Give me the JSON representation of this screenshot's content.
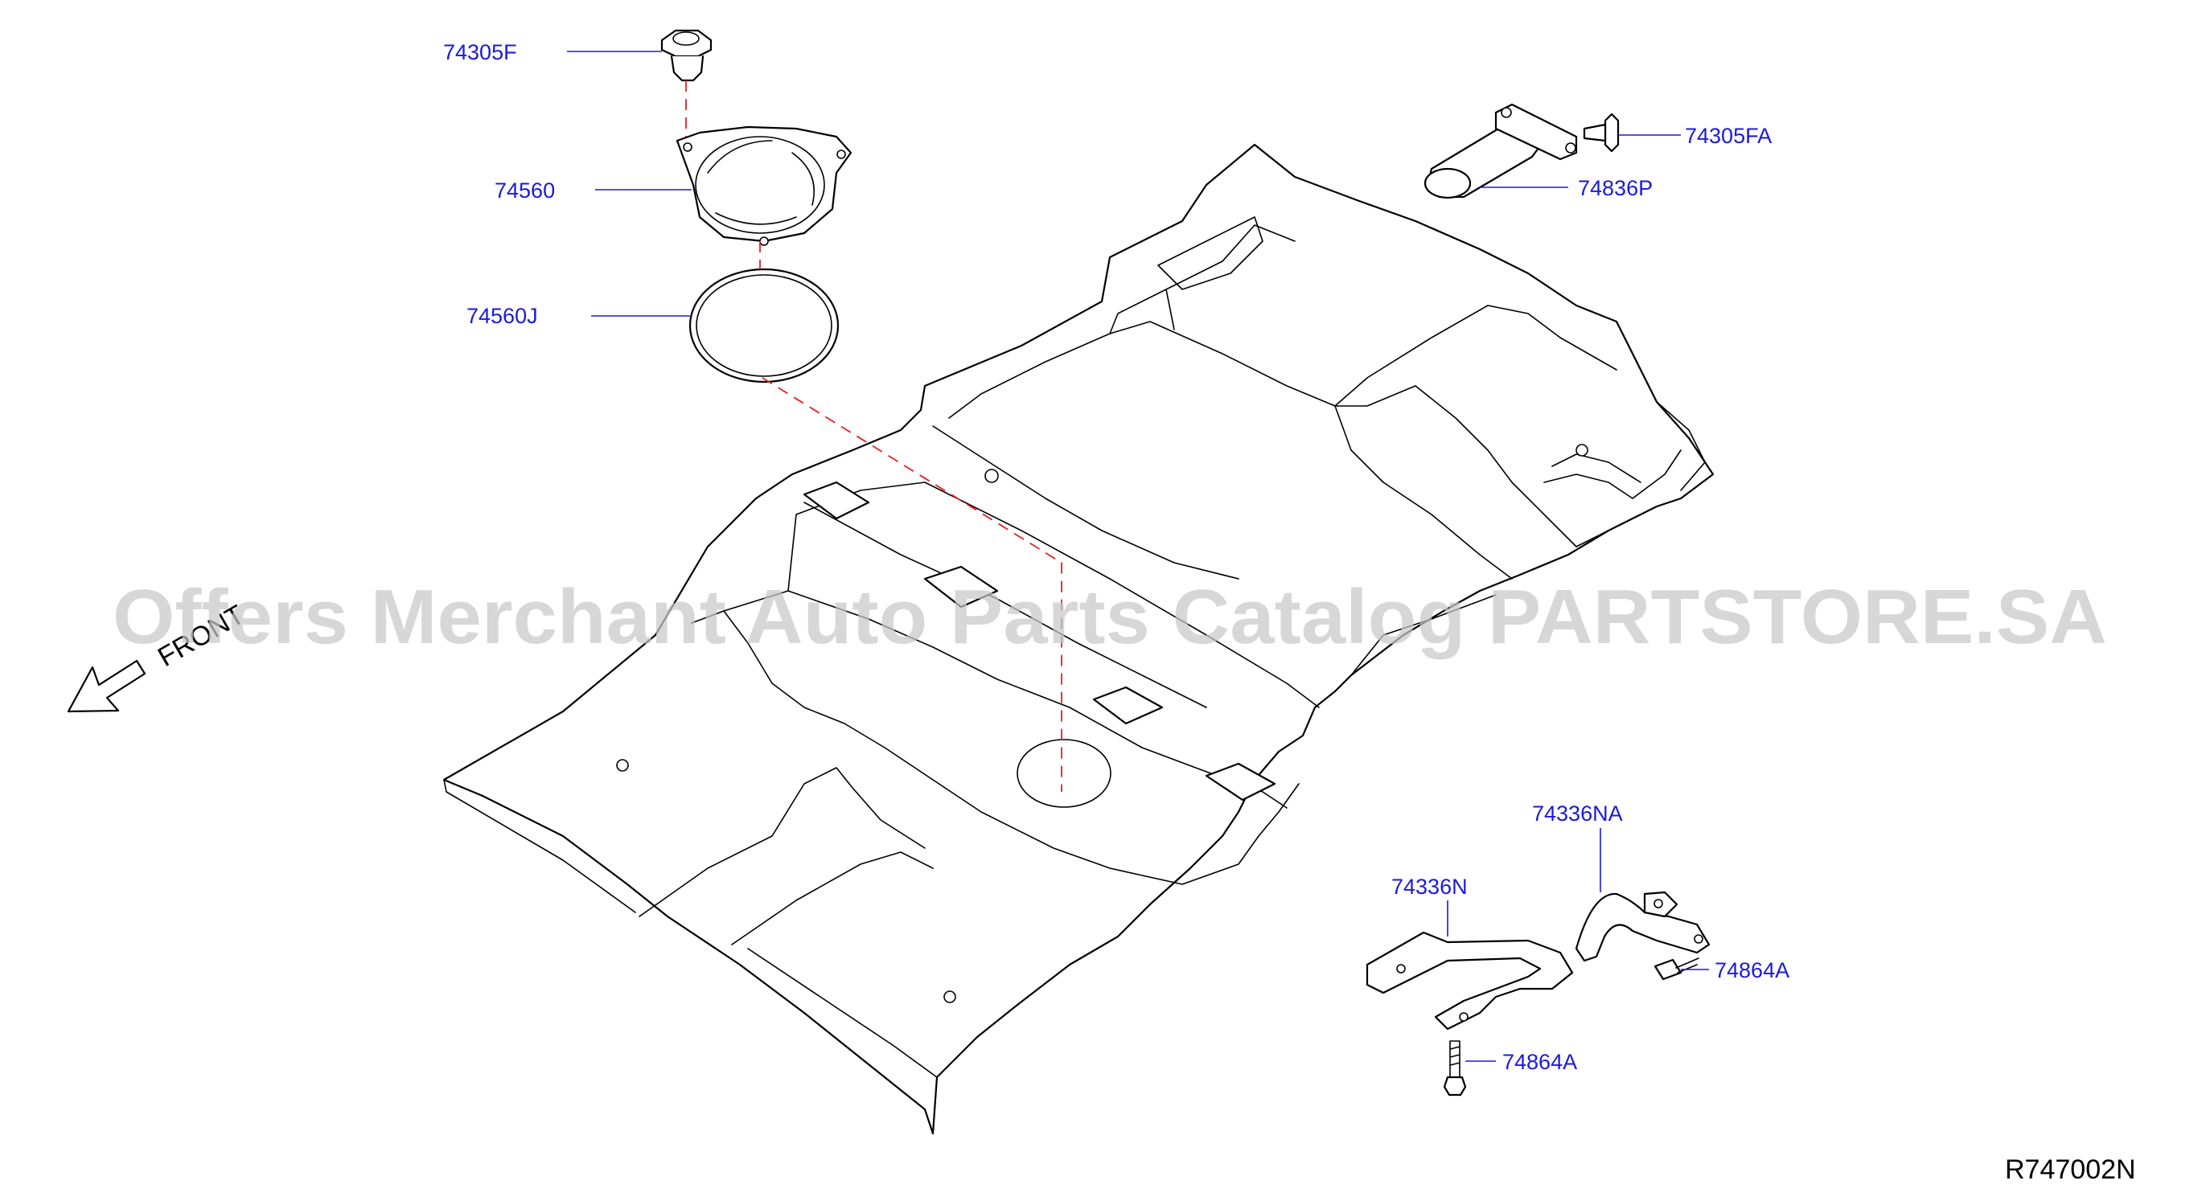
{
  "watermark": "Offers Merchant Auto Parts Catalog PARTSTORE.SA",
  "diagram_ref": "R747002N",
  "front_label": "FRONT",
  "callouts": {
    "c74305F": "74305F",
    "c74560": "74560",
    "c74560J": "74560J",
    "c74305FA": "74305FA",
    "c74836P": "74836P",
    "c74336NA": "74336NA",
    "c74336N": "74336N",
    "c74864A_right": "74864A",
    "c74864A_bottom": "74864A"
  },
  "colors": {
    "callout": "#1a1adc",
    "leader_dash": "#e52020",
    "watermark": "#c8c8c8"
  }
}
